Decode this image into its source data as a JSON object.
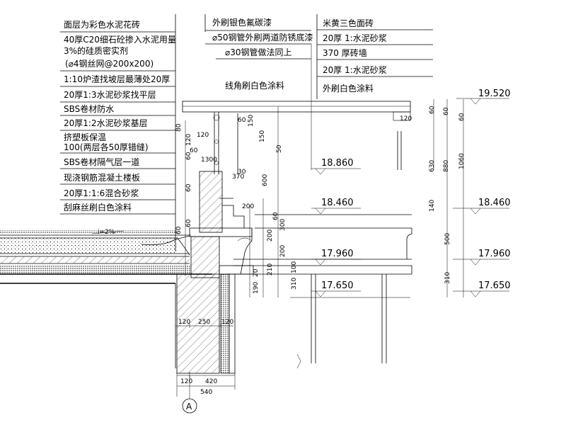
{
  "left_notes": [
    "面层为彩色水泥花砖",
    "40厚C20细石砼掺入水泥用量",
    "3%的硅质密实剂",
    "(⌀4钢丝网@200x200)",
    "1:10炉渣找坡层最薄处20厚",
    "20厚1:3水泥砂浆找平层",
    "SBS卷材防水",
    "20厚1:2水泥砂浆基层",
    "挤塑板保温",
    "100(两层各50厚错缝)",
    "SBS卷材隔气层一道",
    "现浇钢筋混凝土楼板",
    "20厚1:1:6混合砂浆",
    "刮麻丝刷白色涂料"
  ],
  "center_notes": [
    "外刷银色氟碳漆",
    "⌀50钢管外刷两道防锈底漆",
    "⌀30钢管做法同上",
    "线角刷白色涂料"
  ],
  "right_notes": [
    "米黄三色面砖",
    "20厚 1:水泥砂浆",
    "370 厚砖墙",
    "20厚 1:水泥砂浆",
    "外刷白色涂料"
  ],
  "elevations": {
    "e19520": "19.520",
    "e18860": "18.860",
    "e18460_l": "18.460",
    "e18460_r": "18.460",
    "e17960_l": "17.960",
    "e17960_r": "17.960",
    "e17650_l": "17.650",
    "e17650_r": "17.650"
  },
  "slope": "i=2%",
  "axis_label": "A",
  "dims": {
    "bottom": [
      "120",
      "420",
      "540"
    ],
    "wall": [
      "120",
      "250",
      "120"
    ],
    "left_stack": [
      "80",
      "60",
      "60",
      "60",
      "60",
      "120"
    ],
    "rail": [
      "120",
      "370",
      "60",
      "50",
      "150",
      "1300",
      "30",
      "600",
      "200",
      "150",
      "60"
    ],
    "center_stack": [
      "60",
      "200",
      "300",
      "200",
      "100",
      "310",
      "210",
      "20",
      "190"
    ],
    "right_stack": [
      "60",
      "60",
      "140",
      "630",
      "880",
      "1060",
      "500",
      "310",
      "60",
      "120"
    ]
  }
}
